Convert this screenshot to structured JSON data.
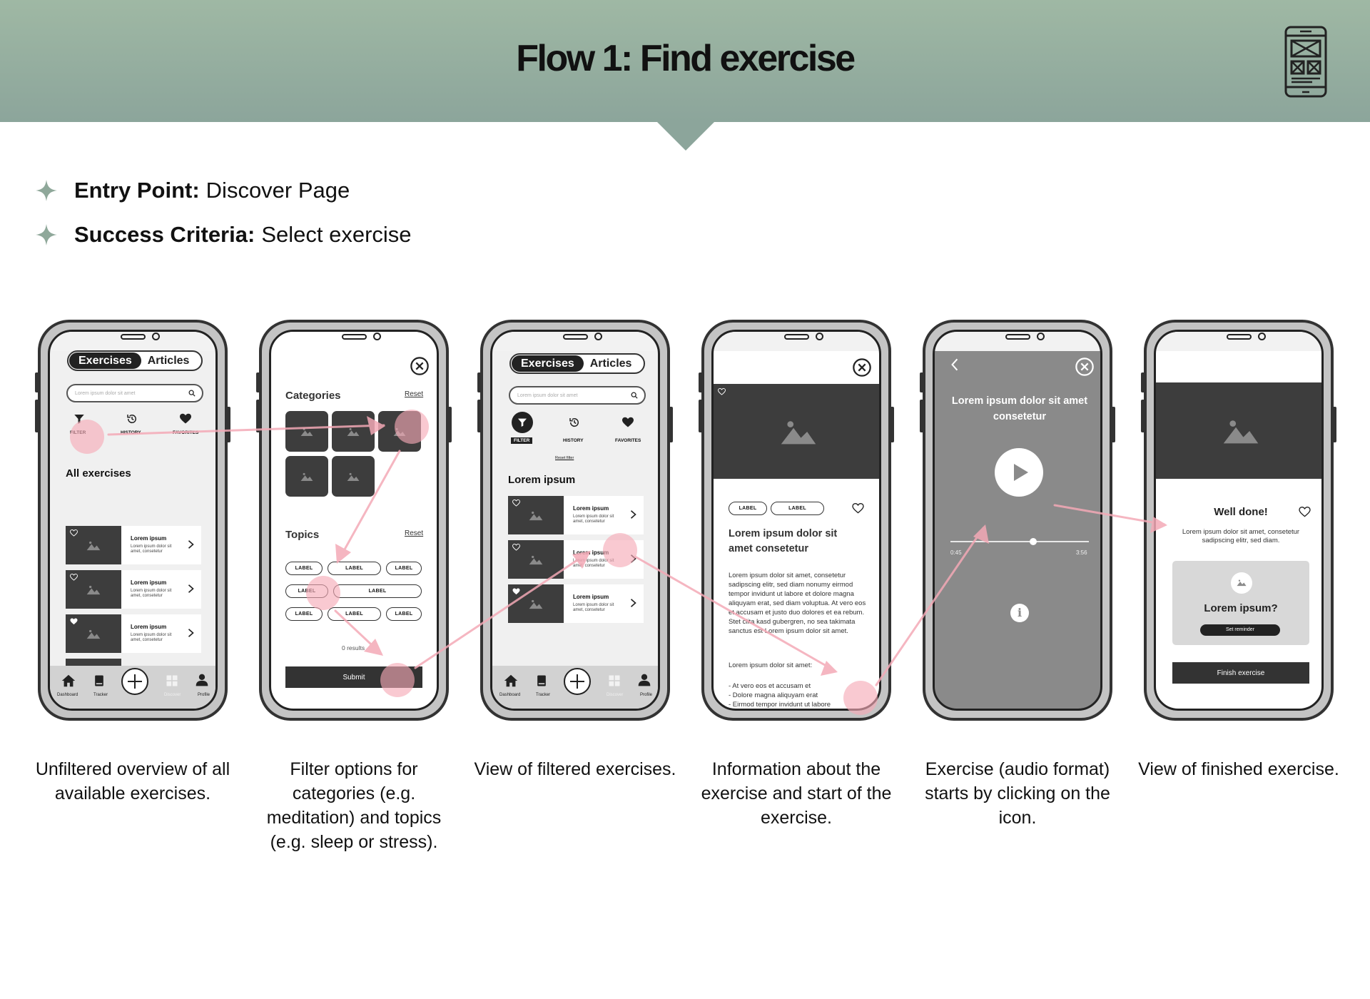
{
  "header": {
    "title": "Flow 1: Find exercise",
    "logo_icon": "wireframe-phone-icon",
    "background": "#9fb8a4",
    "accent": "#8ca59b"
  },
  "criteria": {
    "entry_label": "Entry Point:",
    "entry_value": "Discover Page",
    "success_label": "Success Criteria:",
    "success_value": "Select exercise"
  },
  "arrow_color": "#f4a9b6",
  "screens": {
    "s1": {
      "tab_active": "Exercises",
      "tab_inactive": "Articles",
      "search_placeholder": "Lorem ipsum dolor sit amet",
      "icons": [
        "FILTER",
        "HISTORY",
        "FAVORITES"
      ],
      "section": "All exercises",
      "items": [
        {
          "title": "Lorem ipsum",
          "desc": "Lorem ipsum dolor sit amet, consetetur"
        },
        {
          "title": "Lorem ipsum",
          "desc": "Lorem ipsum dolor sit amet, consetetur"
        },
        {
          "title": "Lorem ipsum",
          "desc": "Lorem ipsum dolor sit amet, consetetur"
        }
      ],
      "nav": [
        "Dashboard",
        "Tracker",
        "Discover",
        "Profile"
      ]
    },
    "s2": {
      "categories": "Categories",
      "reset": "Reset",
      "topics": "Topics",
      "tags": [
        "LABEL",
        "LABEL",
        "LABEL",
        "LABEL",
        "LABEL",
        "LABEL",
        "LABEL",
        "LABEL"
      ],
      "results": "0 results",
      "submit": "Submit"
    },
    "s3": {
      "tab_active": "Exercises",
      "tab_inactive": "Articles",
      "search_placeholder": "Lorem ipsum dolor sit amet",
      "icons": [
        "FILTER",
        "HISTORY",
        "FAVORITES"
      ],
      "reset_filter": "Reset filter",
      "section": "Lorem ipsum",
      "items": [
        {
          "title": "Lorem ipsum",
          "desc": "Lorem ipsum dolor sit amet, consetetur"
        },
        {
          "title": "Lorem ipsum",
          "desc": "Lorem ipsum dolor sit amet, consetetur"
        },
        {
          "title": "Lorem ipsum",
          "desc": "Lorem ipsum dolor sit amet, consetetur"
        }
      ],
      "nav": [
        "Dashboard",
        "Tracker",
        "Discover",
        "Profile"
      ]
    },
    "s4": {
      "tags": [
        "LABEL",
        "LABEL"
      ],
      "title": "Lorem ipsum dolor sit amet consetetur",
      "paragraph": "Lorem ipsum dolor sit amet, consetetur sadipscing elitr, sed diam nonumy eirmod tempor invidunt ut labore et dolore magna aliquyam erat, sed diam voluptua. At vero eos et accusam et justo duo dolores et ea rebum. Stet clita kasd gubergren, no sea takimata sanctus est Lorem ipsum dolor sit amet.",
      "list_intro": "Lorem ipsum dolor sit amet:",
      "list": [
        "- At vero eos et accusam et",
        "- Dolore magna aliquyam erat",
        "- Eirmod tempor invidunt ut labore"
      ]
    },
    "s5": {
      "title": "Lorem ipsum dolor sit amet consetetur",
      "time_start": "0:45",
      "time_end": "3:56",
      "progress": 0.6
    },
    "s6": {
      "title": "Well done!",
      "desc": "Lorem ipsum dolor sit amet, consetetur sadipscing elitr, sed diam.",
      "reminder_title": "Lorem ipsum?",
      "reminder_button": "Set reminder",
      "finish": "Finish exercise"
    }
  },
  "captions": [
    "Unfiltered overview of all available exercises.",
    "Filter options for categories (e.g. meditation) and topics (e.g. sleep or stress).",
    "View of filtered exercises.",
    "Information about the exercise and start of the exercise.",
    "Exercise (audio format) starts by clicking on the icon.",
    "View of finished exercise."
  ]
}
